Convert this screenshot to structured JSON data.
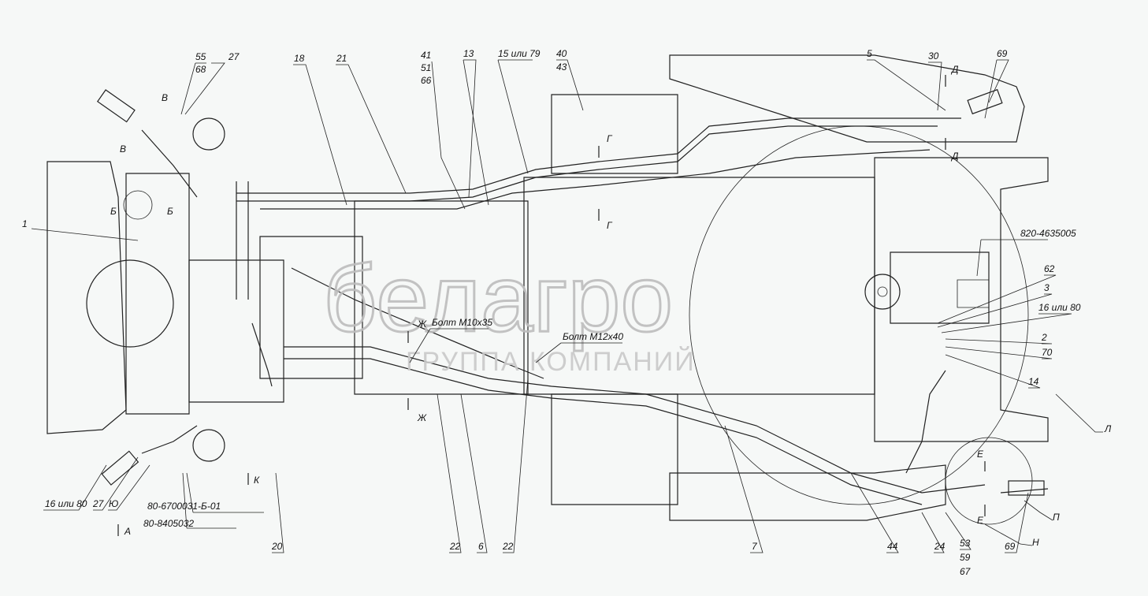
{
  "watermark": {
    "brand": "белагро",
    "subtitle": "ГРУППА КОМПАНИЙ"
  },
  "callouts": {
    "top": [
      "55",
      "68",
      "27",
      "18",
      "21",
      "41",
      "51",
      "66",
      "13",
      "15 или 79",
      "40",
      "43",
      "5",
      "30",
      "69"
    ],
    "right": [
      "820-4635005",
      "62",
      "3",
      "16 или 80",
      "2",
      "70",
      "14",
      "Л",
      "П",
      "Н"
    ],
    "bottom": [
      "16 или 80",
      "27",
      "Ю",
      "80-6700031-Б-01",
      "80-8405032",
      "20",
      "22",
      "6",
      "22",
      "7",
      "44",
      "24",
      "53",
      "59",
      "67",
      "69"
    ],
    "left": [
      "1"
    ]
  },
  "sections": {
    "A": "A",
    "B": "Б",
    "V": "В",
    "G": "Г",
    "D": "Д",
    "E": "Е",
    "Zh": "Ж",
    "K": "К"
  },
  "notes": {
    "bolt1": "Болт М10х35",
    "bolt2": "Болт М12х40"
  }
}
